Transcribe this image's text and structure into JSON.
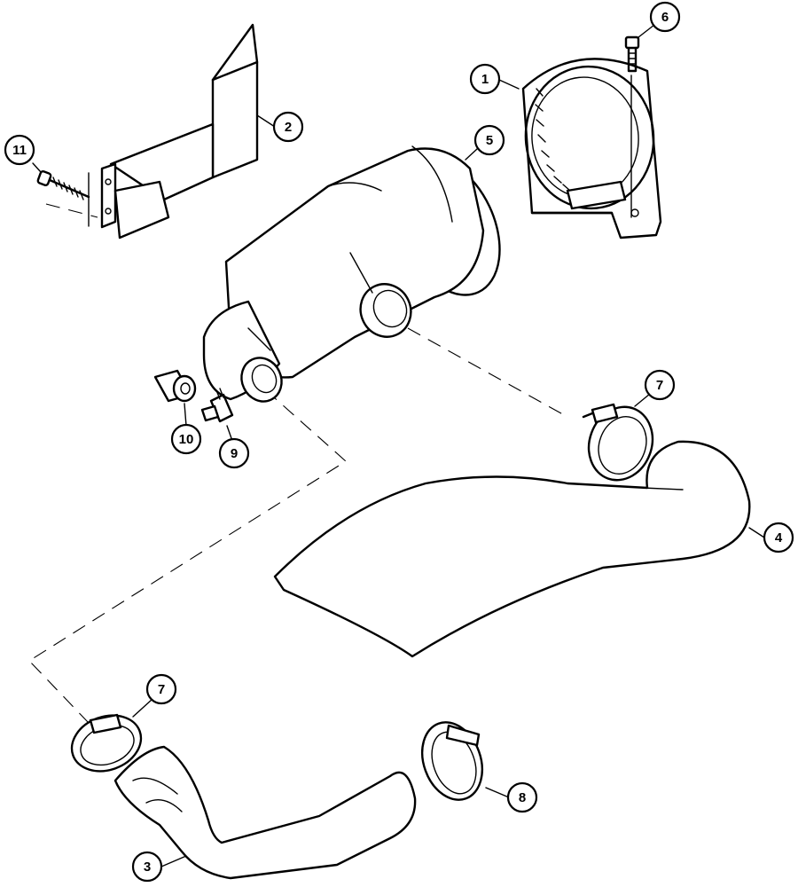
{
  "diagram": {
    "callouts": [
      {
        "id": "c1",
        "label": "1"
      },
      {
        "id": "c2",
        "label": "2"
      },
      {
        "id": "c3",
        "label": "3"
      },
      {
        "id": "c4",
        "label": "4"
      },
      {
        "id": "c5",
        "label": "5"
      },
      {
        "id": "c6",
        "label": "6"
      },
      {
        "id": "c7a",
        "label": "7"
      },
      {
        "id": "c7b",
        "label": "7"
      },
      {
        "id": "c8",
        "label": "8"
      },
      {
        "id": "c9",
        "label": "9"
      },
      {
        "id": "c10",
        "label": "10"
      },
      {
        "id": "c11",
        "label": "11"
      }
    ]
  }
}
